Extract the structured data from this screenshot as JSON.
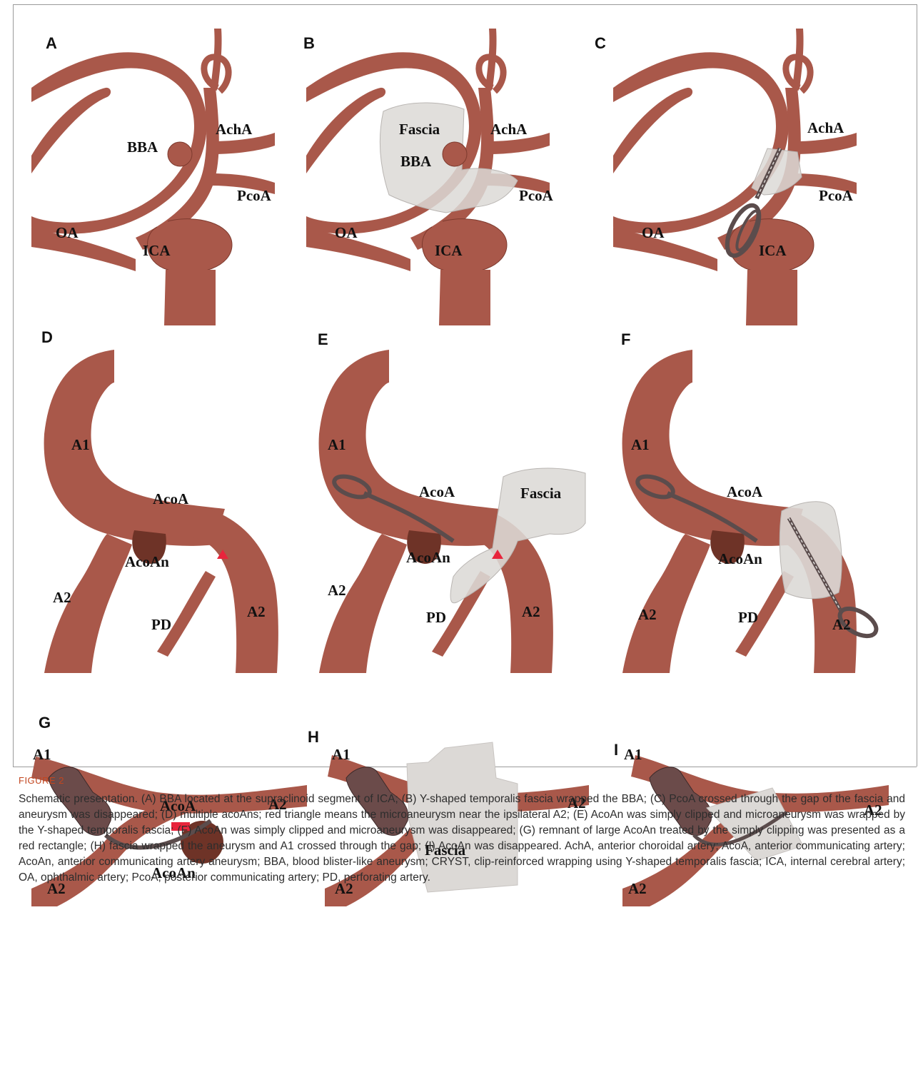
{
  "figure": {
    "number": "FIGURE 2",
    "caption": "Schematic presentation. (A) BBA located at the supraclinoid segment of ICA; (B) Y-shaped temporalis fascia wrapped the BBA; (C) PcoA crossed through the gap of the fascia and aneurysm was disappeared; (D) multiple acoAns; red triangle means the microaneurysm near the ipsilateral A2; (E) AcoAn was simply clipped and microaneurysm was wrapped by the Y-shaped temporalis fascia; (F) AcoAn was simply clipped and microaneurysm was disappeared; (G) remnant of large AcoAn treated by the simply clipping was presented as a red rectangle; (H) fascia wrapped the aneurysm and A1 crossed through the gap; (I) AcoAn was disappeared. AchA, anterior choroidal artery; AcoA, anterior communicating artery; AcoAn, anterior communicating artery aneurysm; BBA, blood blister-like aneurysm; CRYST, clip-reinforced wrapping using Y-shaped temporalis fascia; ICA, internal cerebral artery; OA, ophthalmic artery; PcoA, posterior communicating artery; PD, perforating artery."
  },
  "colors": {
    "artery": "#a9584a",
    "artery_dark": "#7d3a2e",
    "aneurysm": "#6e3327",
    "fascia": "#dcd9d6",
    "fascia_edge": "#b9b5b2",
    "clip": "#5b4c4c",
    "microaneurysm": "#e8243c"
  },
  "panels": {
    "A": {
      "letter": "A",
      "labels": {
        "bba": "BBA",
        "acha": "AchA",
        "pcoa": "PcoA",
        "oa": "OA",
        "ica": "ICA"
      }
    },
    "B": {
      "letter": "B",
      "labels": {
        "fascia": "Fascia",
        "bba": "BBA",
        "acha": "AchA",
        "pcoa": "PcoA",
        "oa": "OA",
        "ica": "ICA"
      }
    },
    "C": {
      "letter": "C",
      "labels": {
        "acha": "AchA",
        "pcoa": "PcoA",
        "oa": "OA",
        "ica": "ICA"
      }
    },
    "D": {
      "letter": "D",
      "labels": {
        "a1": "A1",
        "acoa": "AcoA",
        "acoan": "AcoAn",
        "a2_left": "A2",
        "pd": "PD",
        "a2_right": "A2"
      }
    },
    "E": {
      "letter": "E",
      "labels": {
        "a1": "A1",
        "acoa": "AcoA",
        "fascia": "Fascia",
        "acoan": "AcoAn",
        "a2_left": "A2",
        "pd": "PD",
        "a2_right": "A2"
      }
    },
    "F": {
      "letter": "F",
      "labels": {
        "a1": "A1",
        "acoa": "AcoA",
        "acoan": "AcoAn",
        "a2_left": "A2",
        "pd": "PD",
        "a2_right": "A2"
      }
    },
    "G": {
      "letter": "G",
      "labels": {
        "a1": "A1",
        "acoa": "AcoA",
        "a2_right": "A2",
        "acoan": "AcoAn",
        "a2_left": "A2"
      }
    },
    "H": {
      "letter": "H",
      "labels": {
        "a1": "A1",
        "a2_right": "A2",
        "fascia": "Fascia",
        "a2_left": "A2"
      }
    },
    "I": {
      "letter": "I",
      "labels": {
        "a1": "A1",
        "a2_right": "A2",
        "a2_left": "A2"
      }
    }
  }
}
